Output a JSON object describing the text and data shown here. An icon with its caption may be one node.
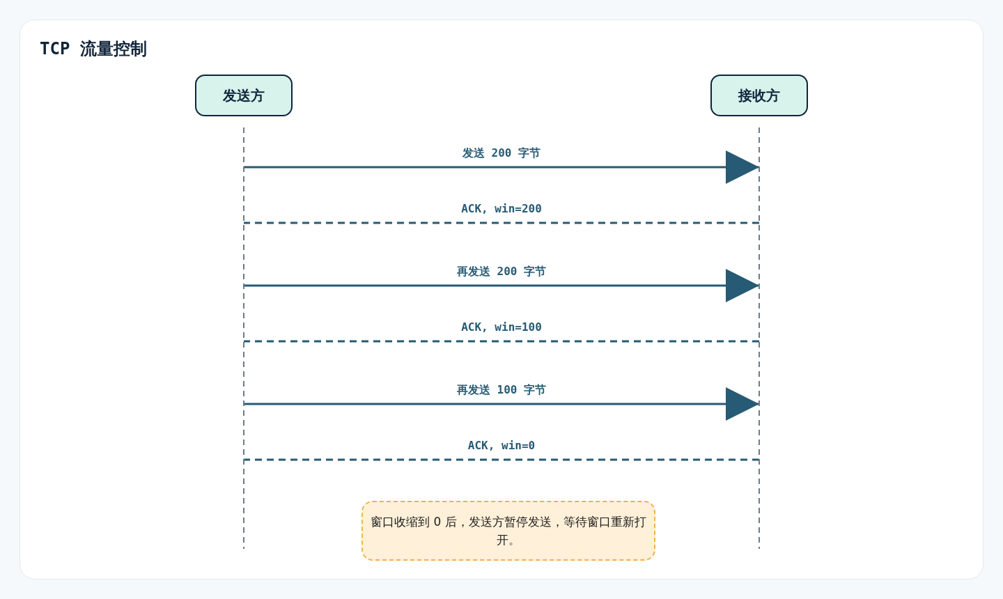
{
  "diagram": {
    "title": "TCP 流量控制",
    "nodes": [
      {
        "text": [
          "发送方"
        ]
      },
      {
        "text": [
          "接收方"
        ]
      },
      {
        "text": [
          "窗口收缩到 0 后，发送方暂停发送，等待窗口重新打开。"
        ]
      }
    ],
    "edges": [
      {
        "from": 0,
        "to": 1,
        "arrow": "to",
        "label": "发送 200 字节"
      },
      {
        "from": 1,
        "to": 0,
        "arrow": "none",
        "label": "ACK, win=200",
        "style": "dashed"
      },
      {
        "from": 0,
        "to": 1,
        "arrow": "to",
        "label": "再发送 200 字节"
      },
      {
        "from": 1,
        "to": 0,
        "arrow": "none",
        "label": "ACK, win=100",
        "style": "dashed"
      },
      {
        "from": 0,
        "to": 1,
        "arrow": "to",
        "label": "再发送 100 字节"
      },
      {
        "from": 1,
        "to": 0,
        "arrow": "none",
        "label": "ACK, win=0",
        "style": "dashed"
      }
    ]
  }
}
